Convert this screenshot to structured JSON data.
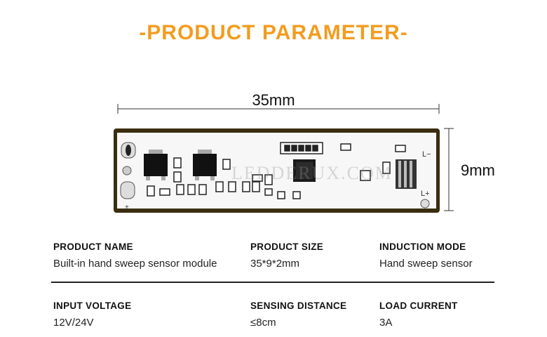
{
  "title": "-PRODUCT PARAMETER-",
  "dimensions": {
    "width_label": "35mm",
    "height_label": "9mm"
  },
  "board": {
    "watermark": "LEDDERUX.COM",
    "pin_minus": "L−",
    "pin_plus": "L+",
    "marker_minus": "−",
    "marker_plus": "+"
  },
  "params": {
    "product_name": {
      "label": "PRODUCT NAME",
      "value": "Built-in hand sweep sensor module"
    },
    "product_size": {
      "label": "PRODUCT SIZE",
      "value": "35*9*2mm"
    },
    "induction_mode": {
      "label": "INDUCTION MODE",
      "value": "Hand sweep sensor"
    },
    "input_voltage": {
      "label": "INPUT VOLTAGE",
      "value": "12V/24V"
    },
    "sensing_distance": {
      "label": "SENSING DISTANCE",
      "value": "≤8cm"
    },
    "load_current": {
      "label": "LOAD CURRENT",
      "value": "3A"
    }
  },
  "colors": {
    "title": "#f39c1f",
    "board_edge": "#3a2d10"
  }
}
